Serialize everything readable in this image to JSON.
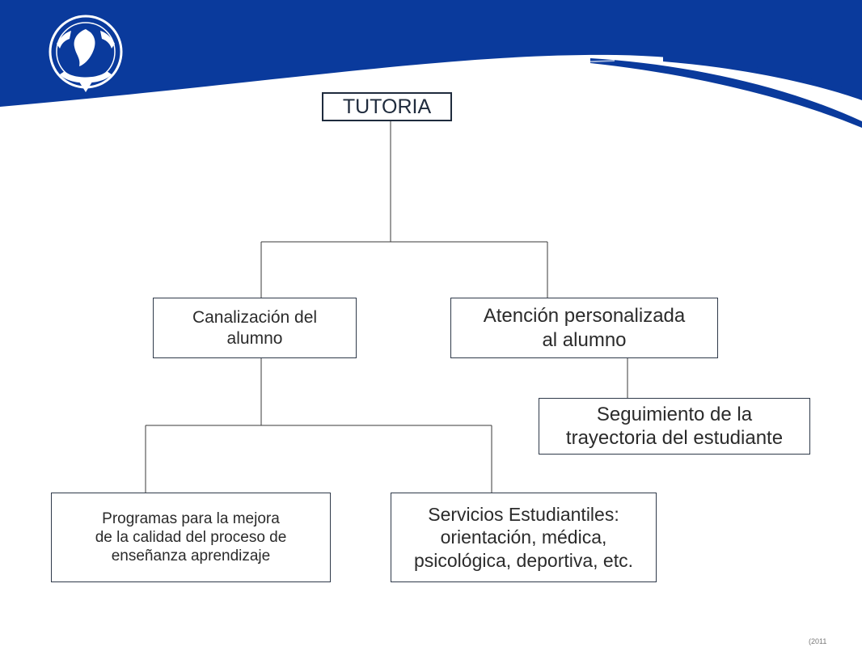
{
  "colors": {
    "header_blue": "#0a3a9c",
    "header_blue_dark": "#062b7a",
    "box_border": "#2f3a4a",
    "line": "#3a3a3a",
    "text": "#2b2b2b"
  },
  "logo": {
    "icon": "university-crest-icon"
  },
  "diagram": {
    "root": {
      "label": "TUTORIA"
    },
    "left": {
      "label_lines": [
        "Canalización del",
        "alumno"
      ]
    },
    "right": {
      "label_lines": [
        "Atención personalizada",
        "al alumno"
      ]
    },
    "right_child": {
      "label_lines": [
        "Seguimiento de la",
        "trayectoria del estudiante"
      ]
    },
    "left_child_1": {
      "label_lines": [
        "Programas para la mejora",
        "de la calidad del proceso de",
        "enseñanza aprendizaje"
      ]
    },
    "left_child_2": {
      "label_lines": [
        "Servicios Estudiantiles:",
        "orientación, médica,",
        "psicológica, deportiva, etc."
      ]
    }
  },
  "footer": {
    "mark": "(2011"
  }
}
